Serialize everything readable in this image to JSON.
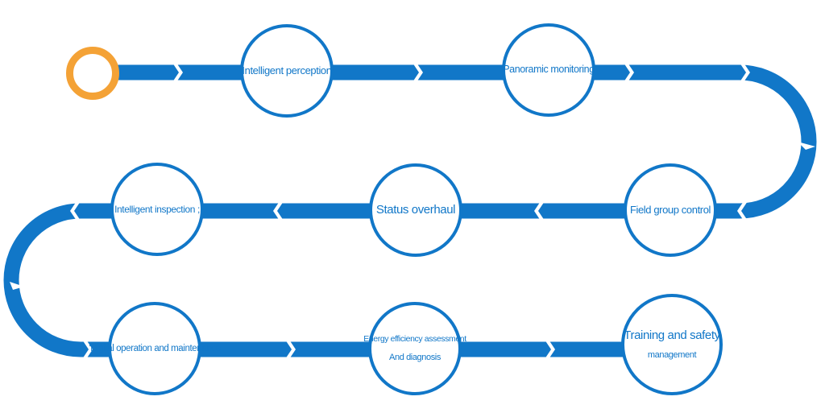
{
  "colors": {
    "path": "#1177c8",
    "start_marker": "#f4a236",
    "node_fill": "#ffffff",
    "node_text": "#1177c8"
  },
  "steps": [
    {
      "lines": [
        "Intelligent perception"
      ]
    },
    {
      "lines": [
        "Panoramic monitoring"
      ]
    },
    {
      "lines": [
        "Field group control"
      ]
    },
    {
      "lines": [
        "Status overhaul"
      ]
    },
    {
      "lines": [
        "Intelligent inspection ;"
      ]
    },
    {
      "lines": [
        "'Digital operation and maintenance"
      ]
    },
    {
      "lines": [
        "Energy efficiency assessment",
        "And diagnosis"
      ]
    },
    {
      "lines": [
        "Training and safety",
        "management"
      ]
    }
  ]
}
